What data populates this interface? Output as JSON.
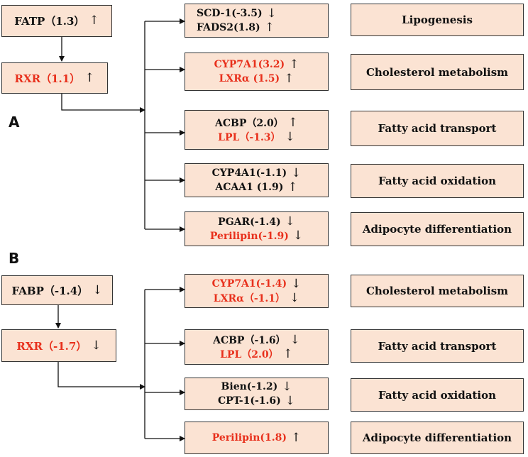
{
  "colors": {
    "box_fill": "#fbe3d3",
    "border": "#333333",
    "text": "#111111",
    "highlight": "#e8301c"
  },
  "panels": [
    {
      "label": "A",
      "sources": [
        {
          "text": "FATP（1.3）",
          "arrow": "↑",
          "color": "#111111"
        },
        {
          "text": "RXR（1.1）",
          "arrow": "↑",
          "color": "#e8301c"
        }
      ],
      "rows": [
        {
          "genes": [
            {
              "text": "SCD-1(-3.5)",
              "arrow": "↓",
              "color": "#111111"
            },
            {
              "text": "FADS2(1.8)",
              "arrow": "↑",
              "color": "#111111"
            }
          ],
          "function": "Lipogenesis"
        },
        {
          "genes": [
            {
              "text": "CYP7A1(3.2)",
              "arrow": "↑",
              "color": "#e8301c"
            },
            {
              "text": "LXRα (1.5)",
              "arrow": "↑",
              "color": "#e8301c"
            }
          ],
          "function": "Cholesterol metabolism"
        },
        {
          "genes": [
            {
              "text": "ACBP（2.0）",
              "arrow": "↑",
              "color": "#111111"
            },
            {
              "text": "LPL（-1.3）",
              "arrow": "↓",
              "color": "#e8301c"
            }
          ],
          "function": "Fatty acid transport"
        },
        {
          "genes": [
            {
              "text": "CYP4A1(-1.1)",
              "arrow": "↓",
              "color": "#111111"
            },
            {
              "text": "ACAA1 (1.9)",
              "arrow": "↑",
              "color": "#111111"
            }
          ],
          "function": "Fatty acid oxidation"
        },
        {
          "genes": [
            {
              "text": "PGAR(-1.4)",
              "arrow": "↓",
              "color": "#111111"
            },
            {
              "text": "Perilipin(-1.9)",
              "arrow": "↓",
              "color": "#e8301c"
            }
          ],
          "function": "Adipocyte differentiation"
        }
      ]
    },
    {
      "label": "B",
      "sources": [
        {
          "text": "FABP（-1.4）",
          "arrow": "↓",
          "color": "#111111"
        },
        {
          "text": "RXR（-1.7）",
          "arrow": "↓",
          "color": "#e8301c"
        }
      ],
      "rows": [
        {
          "genes": [
            {
              "text": "CYP7A1(-1.4)",
              "arrow": "↓",
              "color": "#e8301c"
            },
            {
              "text": "LXRα（-1.1）",
              "arrow": "↓",
              "color": "#e8301c"
            }
          ],
          "function": "Cholesterol metabolism"
        },
        {
          "genes": [
            {
              "text": "ACBP（-1.6）",
              "arrow": "↓",
              "color": "#111111"
            },
            {
              "text": "LPL（2.0）",
              "arrow": "↑",
              "color": "#e8301c"
            }
          ],
          "function": "Fatty acid transport"
        },
        {
          "genes": [
            {
              "text": "Bien(-1.2)",
              "arrow": "↓",
              "color": "#111111"
            },
            {
              "text": "CPT-1(-1.6)",
              "arrow": "↓",
              "color": "#111111"
            }
          ],
          "function": "Fatty acid oxidation"
        },
        {
          "genes": [
            {
              "text": "Perilipin(1.8)",
              "arrow": "↑",
              "color": "#e8301c"
            }
          ],
          "function": "Adipocyte differentiation"
        }
      ]
    }
  ]
}
